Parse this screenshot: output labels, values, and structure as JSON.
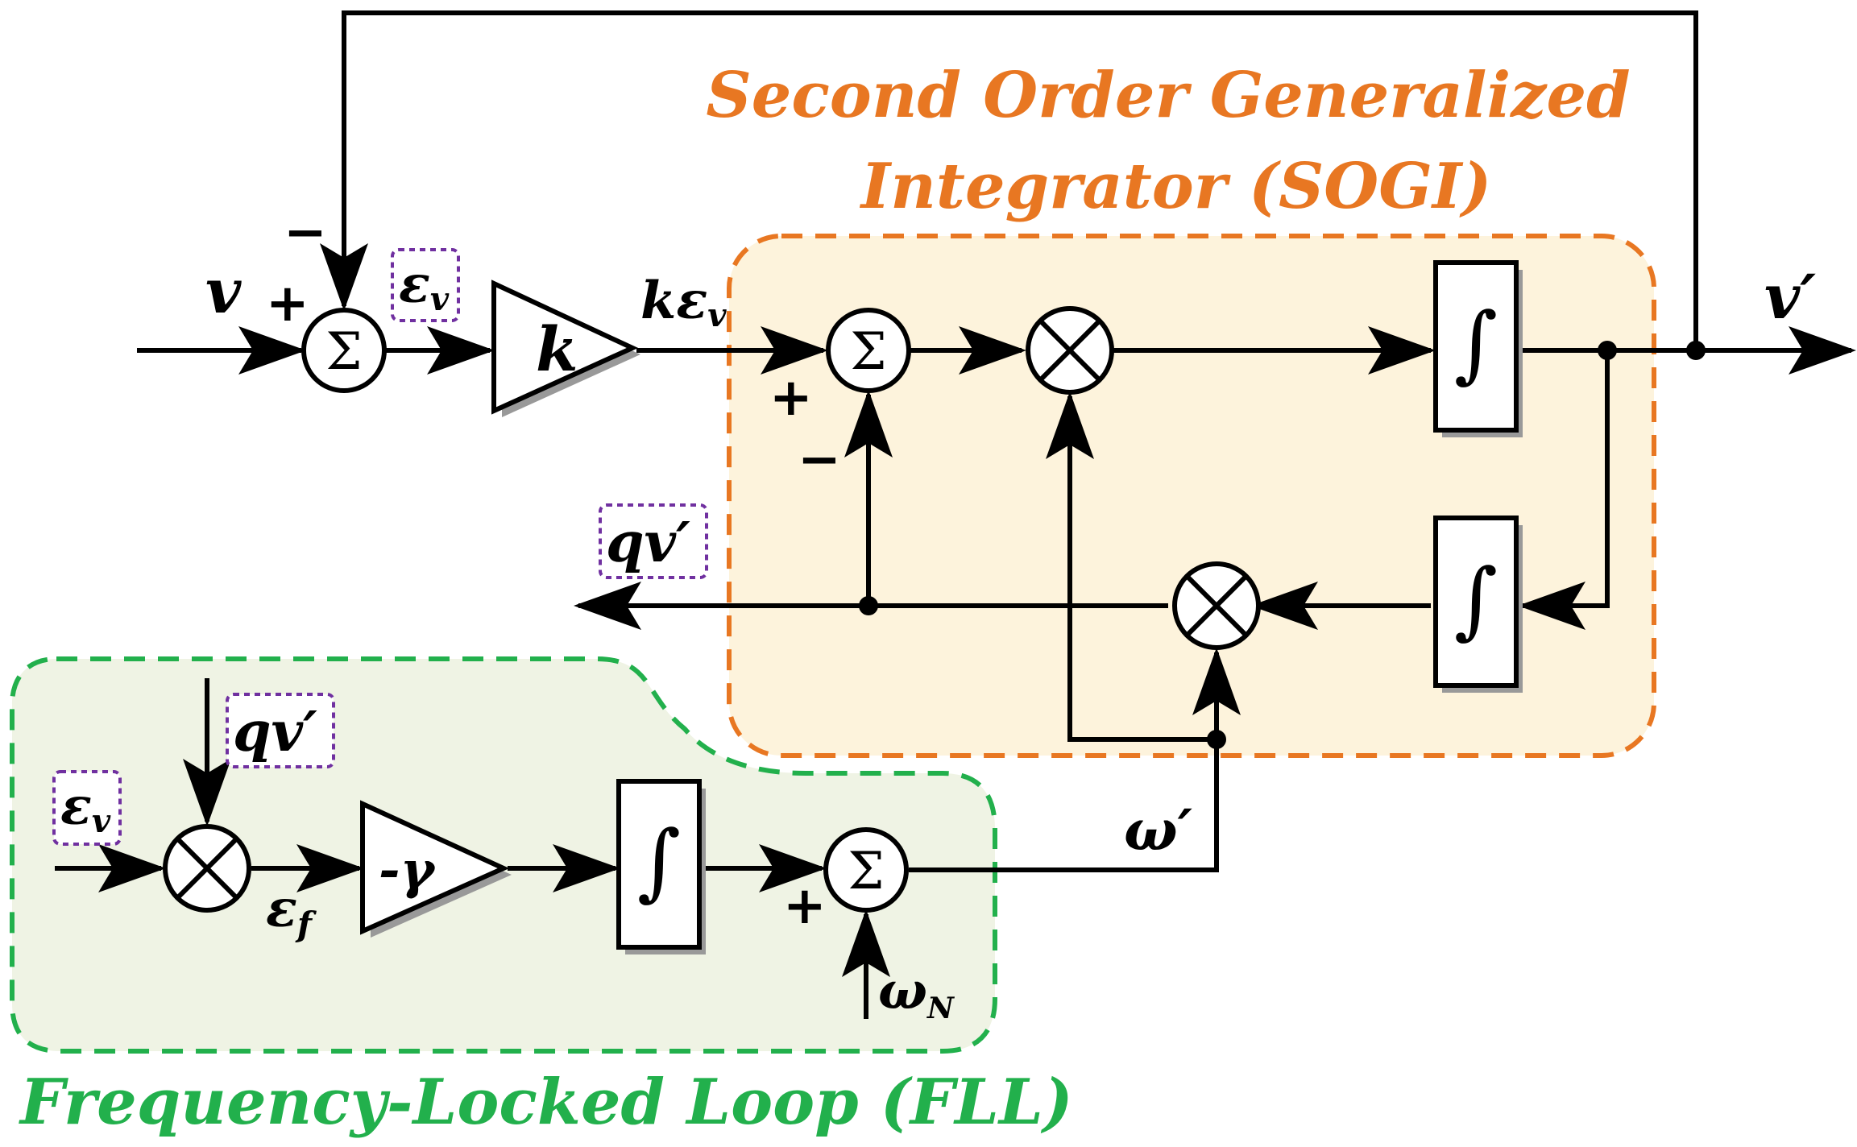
{
  "sogi": {
    "title_line1": "Second Order Generalized",
    "title_line2": "Integrator (SOGI)",
    "fill_color": "#FDF3DC",
    "border_color": "#E87722"
  },
  "fll": {
    "title": "Frequency-Locked Loop (FLL)",
    "fill_color": "#EFF3E4",
    "border_color": "#22B04C"
  },
  "signals": {
    "input_v": "v",
    "output_v_prime": "v′",
    "error_ev": "εv",
    "error_ev_base": "ε",
    "error_ev_sub": "v",
    "k_error": "kεv",
    "k_error_k": "k",
    "k_error_eps": "ε",
    "k_error_sub": "v",
    "qv_prime": "qv′",
    "omega_prime": "ω′",
    "omega_n_base": "ω",
    "omega_n_sub": "N",
    "eps_f_base": "ε",
    "eps_f_sub": "f"
  },
  "blocks": {
    "sum_symbol": "Σ",
    "integrator_symbol": "∫",
    "gain_k": "k",
    "gain_gamma": "-γ"
  },
  "signs": {
    "plus": "+",
    "minus": "−"
  },
  "icons": {
    "multiplier": "multiplier-circle-x-icon",
    "summer": "summation-circle-icon",
    "arrowhead": "arrowhead-icon"
  }
}
